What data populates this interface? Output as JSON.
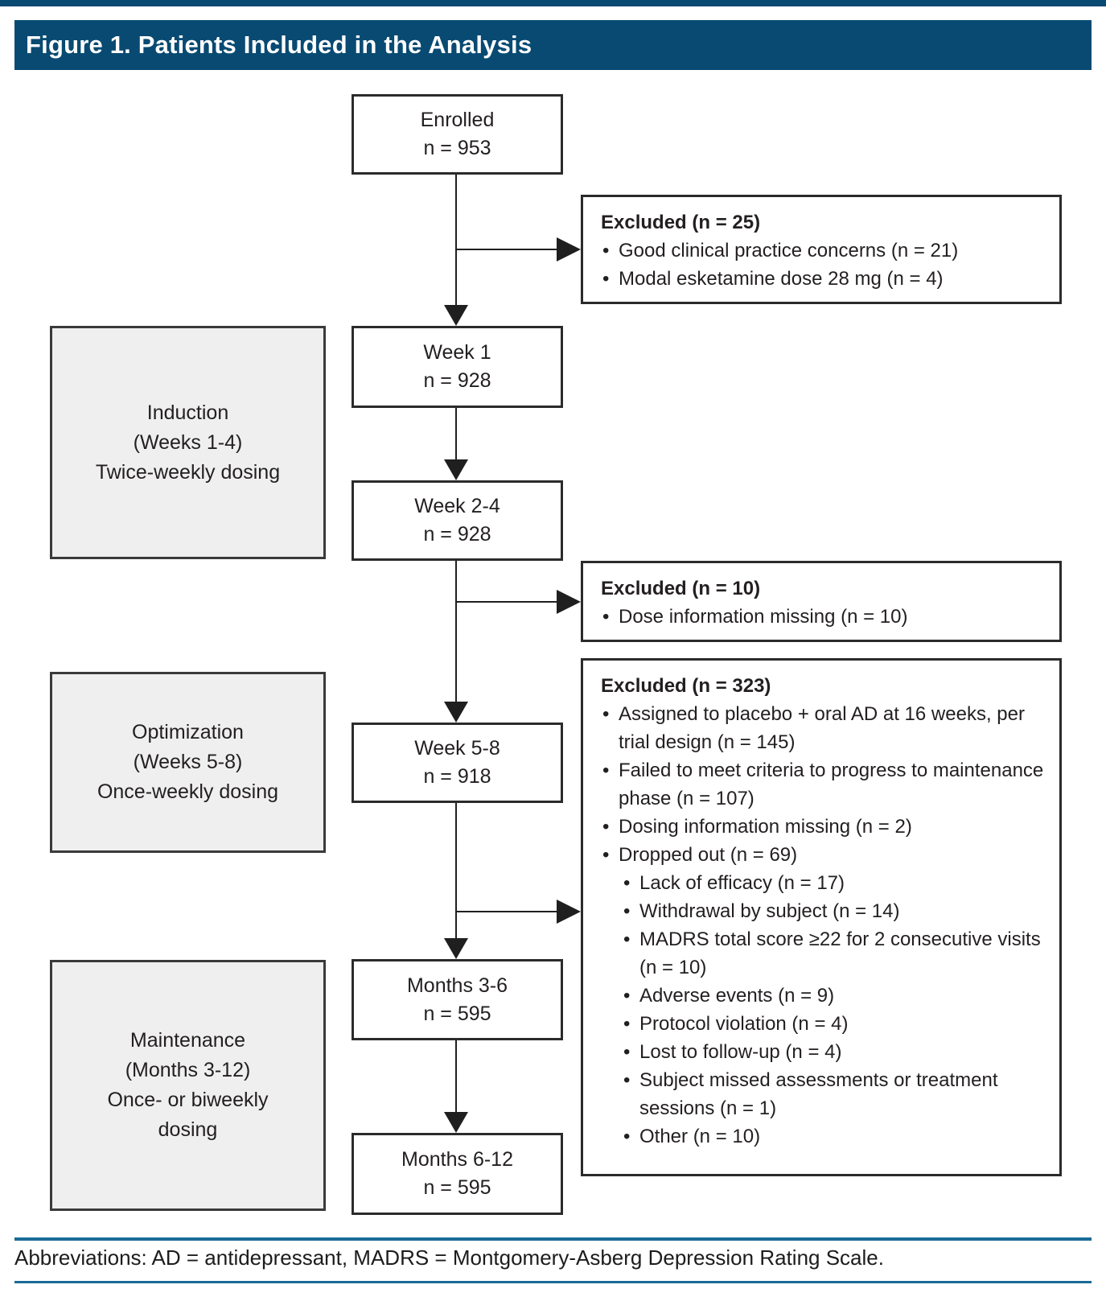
{
  "header": {
    "title": "Figure 1. Patients Included in the Analysis"
  },
  "colors": {
    "header_bg": "#084A72",
    "rule_blue": "#1A6B96",
    "phase_fill": "#EFEFEF",
    "line_black": "#1F1F1F"
  },
  "stages": [
    {
      "label": "Enrolled",
      "n": "n = 953"
    },
    {
      "label": "Week 1",
      "n": "n = 928"
    },
    {
      "label": "Week 2-4",
      "n": "n = 928"
    },
    {
      "label": "Week 5-8",
      "n": "n = 918"
    },
    {
      "label": "Months 3-6",
      "n": "n = 595"
    },
    {
      "label": "Months 6-12",
      "n": "n = 595"
    }
  ],
  "phases": [
    {
      "lines": [
        "Induction",
        "(Weeks 1-4)",
        "Twice-weekly dosing"
      ]
    },
    {
      "lines": [
        "Optimization",
        "(Weeks 5-8)",
        "Once-weekly dosing"
      ]
    },
    {
      "lines": [
        "Maintenance",
        "(Months 3-12)",
        "Once- or biweekly",
        "dosing"
      ]
    }
  ],
  "exclusions": [
    {
      "heading": "Excluded (n = 25)",
      "bullets": [
        {
          "text": "Good clinical practice concerns (n = 21)"
        },
        {
          "text": "Modal esketamine dose 28 mg (n = 4)"
        }
      ]
    },
    {
      "heading": "Excluded (n = 10)",
      "bullets": [
        {
          "text": "Dose information missing (n = 10)"
        }
      ]
    },
    {
      "heading": "Excluded (n = 323)",
      "bullets": [
        {
          "text": "Assigned to placebo + oral AD at 16 weeks, per trial design (n = 145)"
        },
        {
          "text": "Failed to meet criteria to progress to maintenance phase (n = 107)"
        },
        {
          "text": "Dosing information missing (n = 2)"
        },
        {
          "text": "Dropped out (n = 69)"
        },
        {
          "text": "Lack of efficacy (n = 17)"
        },
        {
          "text": "Withdrawal by subject (n = 14)"
        },
        {
          "text": "MADRS total score ≥22 for 2 consecutive visits (n = 10)"
        },
        {
          "text": "Adverse events (n = 9)"
        },
        {
          "text": "Protocol violation (n = 4)"
        },
        {
          "text": "Lost to follow-up (n = 4)"
        },
        {
          "text": "Subject missed assessments or treatment sessions (n = 1)"
        },
        {
          "text": "Other (n = 10)"
        }
      ]
    }
  ],
  "footer": {
    "abbreviations": "Abbreviations: AD = antidepressant, MADRS = Montgomery-Asberg Depression Rating Scale."
  }
}
